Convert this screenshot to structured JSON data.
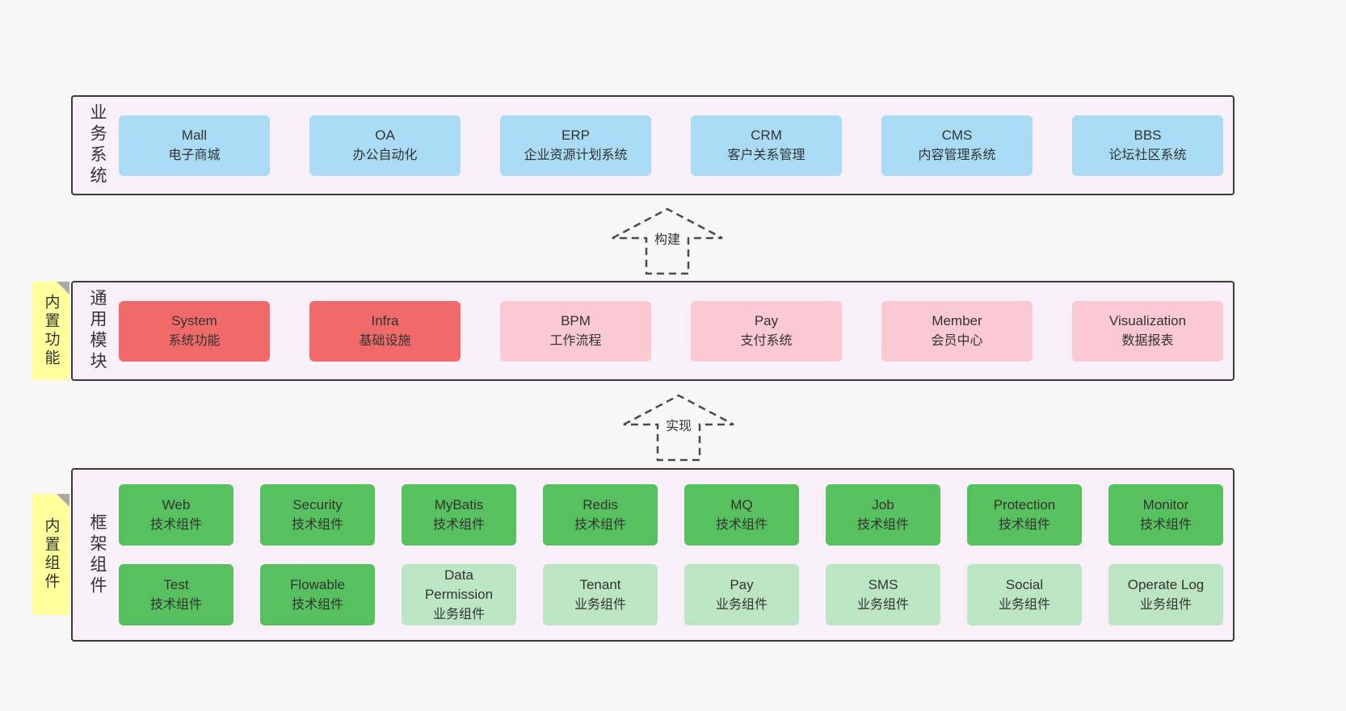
{
  "diagram": {
    "bands": {
      "business": {
        "label": "业务系统",
        "boxes": [
          {
            "title": "Mall",
            "subtitle": "电子商城"
          },
          {
            "title": "OA",
            "subtitle": "办公自动化"
          },
          {
            "title": "ERP",
            "subtitle": "企业资源计划系统"
          },
          {
            "title": "CRM",
            "subtitle": "客户关系管理"
          },
          {
            "title": "CMS",
            "subtitle": "内容管理系统"
          },
          {
            "title": "BBS",
            "subtitle": "论坛社区系统"
          }
        ]
      },
      "modules": {
        "label": "通用模块",
        "sticky": "内置功能",
        "boxes": [
          {
            "title": "System",
            "subtitle": "系统功能"
          },
          {
            "title": "Infra",
            "subtitle": "基础设施"
          },
          {
            "title": "BPM",
            "subtitle": "工作流程"
          },
          {
            "title": "Pay",
            "subtitle": "支付系统"
          },
          {
            "title": "Member",
            "subtitle": "会员中心"
          },
          {
            "title": "Visualization",
            "subtitle": "数据报表"
          }
        ]
      },
      "framework": {
        "label": "框架组件",
        "sticky": "内置组件",
        "row1": [
          {
            "title": "Web",
            "subtitle": "技术组件"
          },
          {
            "title": "Security",
            "subtitle": "技术组件"
          },
          {
            "title": "MyBatis",
            "subtitle": "技术组件"
          },
          {
            "title": "Redis",
            "subtitle": "技术组件"
          },
          {
            "title": "MQ",
            "subtitle": "技术组件"
          },
          {
            "title": "Job",
            "subtitle": "技术组件"
          },
          {
            "title": "Protection",
            "subtitle": "技术组件"
          },
          {
            "title": "Monitor",
            "subtitle": "技术组件"
          }
        ],
        "row2": [
          {
            "title": "Test",
            "subtitle": "技术组件"
          },
          {
            "title": "Flowable",
            "subtitle": "技术组件"
          },
          {
            "title": "Data Permission",
            "subtitle": "业务组件"
          },
          {
            "title": "Tenant",
            "subtitle": "业务组件"
          },
          {
            "title": "Pay",
            "subtitle": "业务组件"
          },
          {
            "title": "SMS",
            "subtitle": "业务组件"
          },
          {
            "title": "Social",
            "subtitle": "业务组件"
          },
          {
            "title": "Operate Log",
            "subtitle": "业务组件"
          }
        ]
      }
    },
    "arrows": {
      "build": "构建",
      "implement": "实现"
    },
    "colors": {
      "background": "#f7f7f7",
      "band_fill": "#f8eff8",
      "band_border": "#3a3a3a",
      "blue": "#a9dbf5",
      "red": "#f06a6a",
      "pink": "#fac9d2",
      "green": "#57c15f",
      "light_green": "#bce5c4",
      "sticky_yellow": "#ffff9c",
      "text": "#333333"
    }
  }
}
